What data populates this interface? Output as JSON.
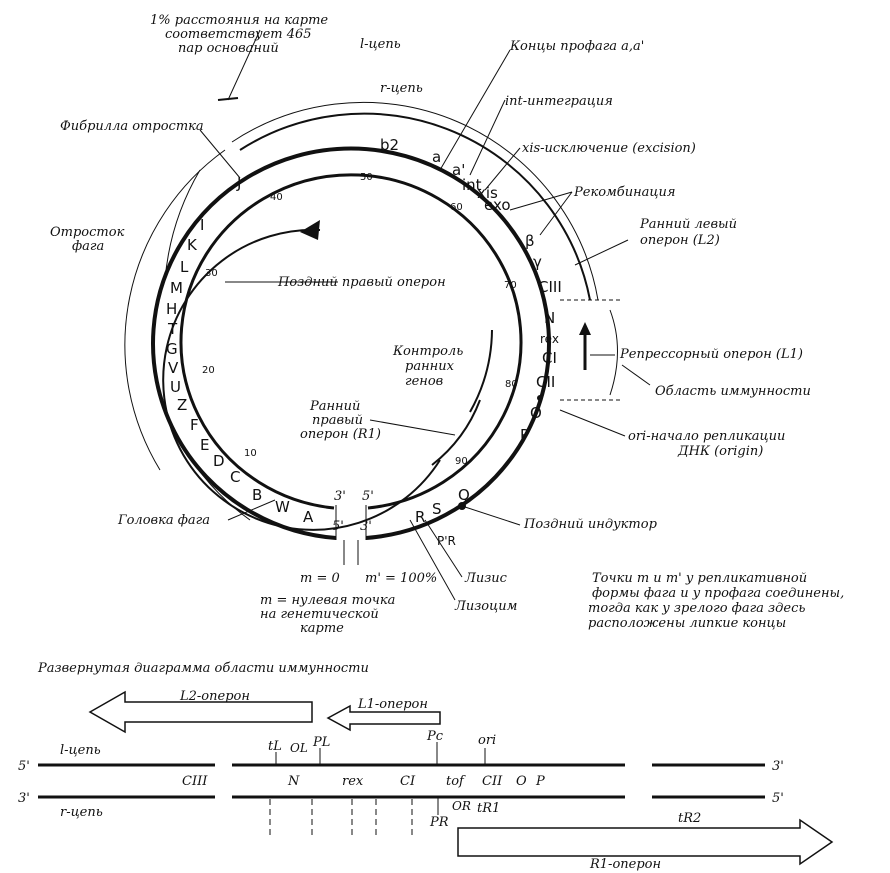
{
  "scale_note": [
    "1% расстояния на карте",
    "соответствует 465",
    "пар оснований"
  ],
  "circle_labels": {
    "l_chain": "l-цепь",
    "r_chain": "r-цепь",
    "prophage_ends": "Концы профага a,a'",
    "int": "int-интеграция",
    "xis": "xis-исключение (excision)",
    "recombination": "Рекомбинация",
    "early_left": [
      "Ранний левый",
      "оперон (L2)"
    ],
    "repressor": "Репрессорный оперон (L1)",
    "immunity": "Область иммунности",
    "ori": [
      "ori-начало репликации",
      "ДНК (origin)"
    ],
    "late_inducer": "Поздний индуктор",
    "lysis": "Лизис",
    "lysozyme": "Лизоцим",
    "m_points": [
      "m = 0",
      "m' = 100%"
    ],
    "m_desc": [
      "m = нулевая точка",
      "на генетической",
      "карте"
    ],
    "tail_fiber": "Фибрилла отростка",
    "tail": [
      "Отросток",
      "фага"
    ],
    "head": "Головка фага",
    "late_right": "Поздний правый оперон",
    "early_control": [
      "Контроль",
      "ранних",
      "генов"
    ],
    "early_right": [
      "Ранний",
      "правый",
      "оперон (R1)"
    ],
    "note": [
      "Точки m и m' у репликативной",
      "формы фага и у профага соединены,",
      "тогда как у зрелого фага здесь",
      "расположены липкие концы"
    ]
  },
  "genes_left": [
    "J",
    "I",
    "K",
    "L",
    "M",
    "H",
    "T",
    "G",
    "V",
    "U",
    "Z",
    "F",
    "E",
    "D",
    "C",
    "B",
    "W",
    "A"
  ],
  "genes_right": [
    "b2",
    "a",
    "a'",
    "int",
    "xis",
    "exo",
    "β",
    "γ",
    "CIII",
    "N",
    "rex",
    "CI",
    "CII",
    "O",
    "P",
    "Q",
    "S",
    "R",
    "P'R"
  ],
  "ticks": [
    "10",
    "20",
    "30",
    "40",
    "50",
    "60",
    "70",
    "80",
    "90"
  ],
  "ends": {
    "l3": "3'",
    "l5": "5'",
    "b5": "5'",
    "b3": "3'"
  },
  "bottom": {
    "title": "Развернутая диаграмма области иммунности",
    "L2": "L2-оперон",
    "L1": "L1-оперон",
    "R1": "R1-оперон",
    "l_chain": "l-цепь",
    "r_chain": "r-цепь",
    "end_tl": "5'",
    "end_bl": "3'",
    "end_tr": "3'",
    "end_br": "5'",
    "top_marks": [
      "tL",
      "OL",
      "PL",
      "Pc",
      "ori"
    ],
    "genes": [
      "CIII",
      "N",
      "rex",
      "CI",
      "tof",
      "CII",
      "O",
      "P"
    ],
    "bottom_marks": [
      "OR",
      "tR1",
      "PR",
      "tR2"
    ]
  }
}
